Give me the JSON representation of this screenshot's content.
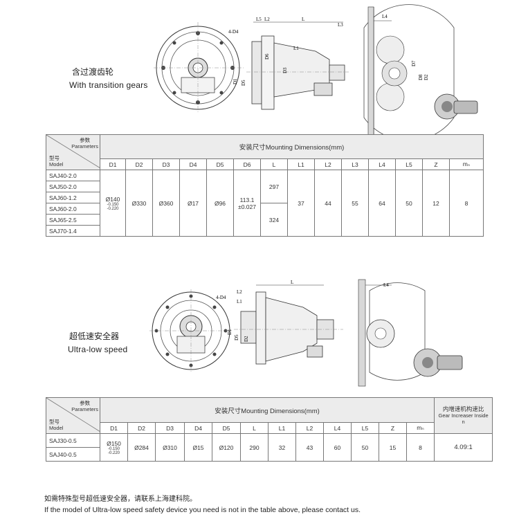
{
  "section1": {
    "caption_cn": "含过渡齿轮",
    "caption_en": "With transition gears",
    "drawing_labels": [
      "L5",
      "L2",
      "L",
      "L3",
      "L4",
      "4-D4",
      "D1",
      "D5",
      "D6",
      "D2",
      "D3",
      "L1",
      "D7",
      "D8"
    ],
    "header_params_cn": "参数",
    "header_params_en": "Parameters",
    "header_model_cn": "型号",
    "header_model_en": "Model",
    "header_mounting": "安装尺寸Mounting Dimensions(mm)",
    "columns": [
      "D1",
      "D2",
      "D3",
      "D4",
      "D5",
      "D6",
      "L",
      "L1",
      "L2",
      "L3",
      "L4",
      "L5",
      "Z",
      "mₙ"
    ],
    "models": [
      "SAJ40-2.0",
      "SAJ50-2.0",
      "SAJ60-1.2",
      "SAJ60-2.0",
      "SAJ65-2.5",
      "SAJ70-1.4"
    ],
    "values": {
      "D1": "Ø140",
      "D1_tol_upper": "-0.150",
      "D1_tol_lower": "-0.220",
      "D2": "Ø330",
      "D3": "Ø360",
      "D4": "Ø17",
      "D5": "Ø96",
      "D6_line1": "113.1",
      "D6_line2": "±0.027",
      "L_upper": "297",
      "L_lower": "324",
      "L1": "37",
      "L2": "44",
      "L3": "55",
      "L4": "64",
      "L5": "50",
      "Z": "12",
      "mn": "8"
    }
  },
  "section2": {
    "caption_cn": "超低速安全器",
    "caption_en": "Ultra-low speed",
    "drawing_labels": [
      "4-D4",
      "L2",
      "L1",
      "L",
      "L4",
      "D1",
      "D5",
      "D2"
    ],
    "header_params_cn": "参数",
    "header_params_en": "Parameters",
    "header_model_cn": "型号",
    "header_model_en": "Model",
    "header_mounting": "安装尺寸Mounting Dimensions(mm)",
    "header_ratio_cn": "内增速机构速比",
    "header_ratio_en": "Gear Increaser Inside",
    "header_ratio_sym": "n",
    "columns": [
      "D1",
      "D2",
      "D3",
      "D4",
      "D5",
      "L",
      "L1",
      "L2",
      "L4",
      "L5",
      "Z",
      "mₙ"
    ],
    "models": [
      "SAJ30-0.5",
      "SAJ40-0.5"
    ],
    "values": {
      "D1": "Ø150",
      "D1_tol_upper": "-0.150",
      "D1_tol_lower": "-0.220",
      "D2": "Ø284",
      "D3": "Ø310",
      "D4": "Ø15",
      "D5": "Ø120",
      "L": "290",
      "L1": "32",
      "L2": "43",
      "L4": "60",
      "L5": "50",
      "Z": "15",
      "mn": "8",
      "ratio": "4.09:1"
    }
  },
  "footer": {
    "cn": "如需特殊型号超低速安全器，请联系上海建科院。",
    "en": "If the model of Ultra-low speed safety device you need is not in the table above, please contact us."
  }
}
